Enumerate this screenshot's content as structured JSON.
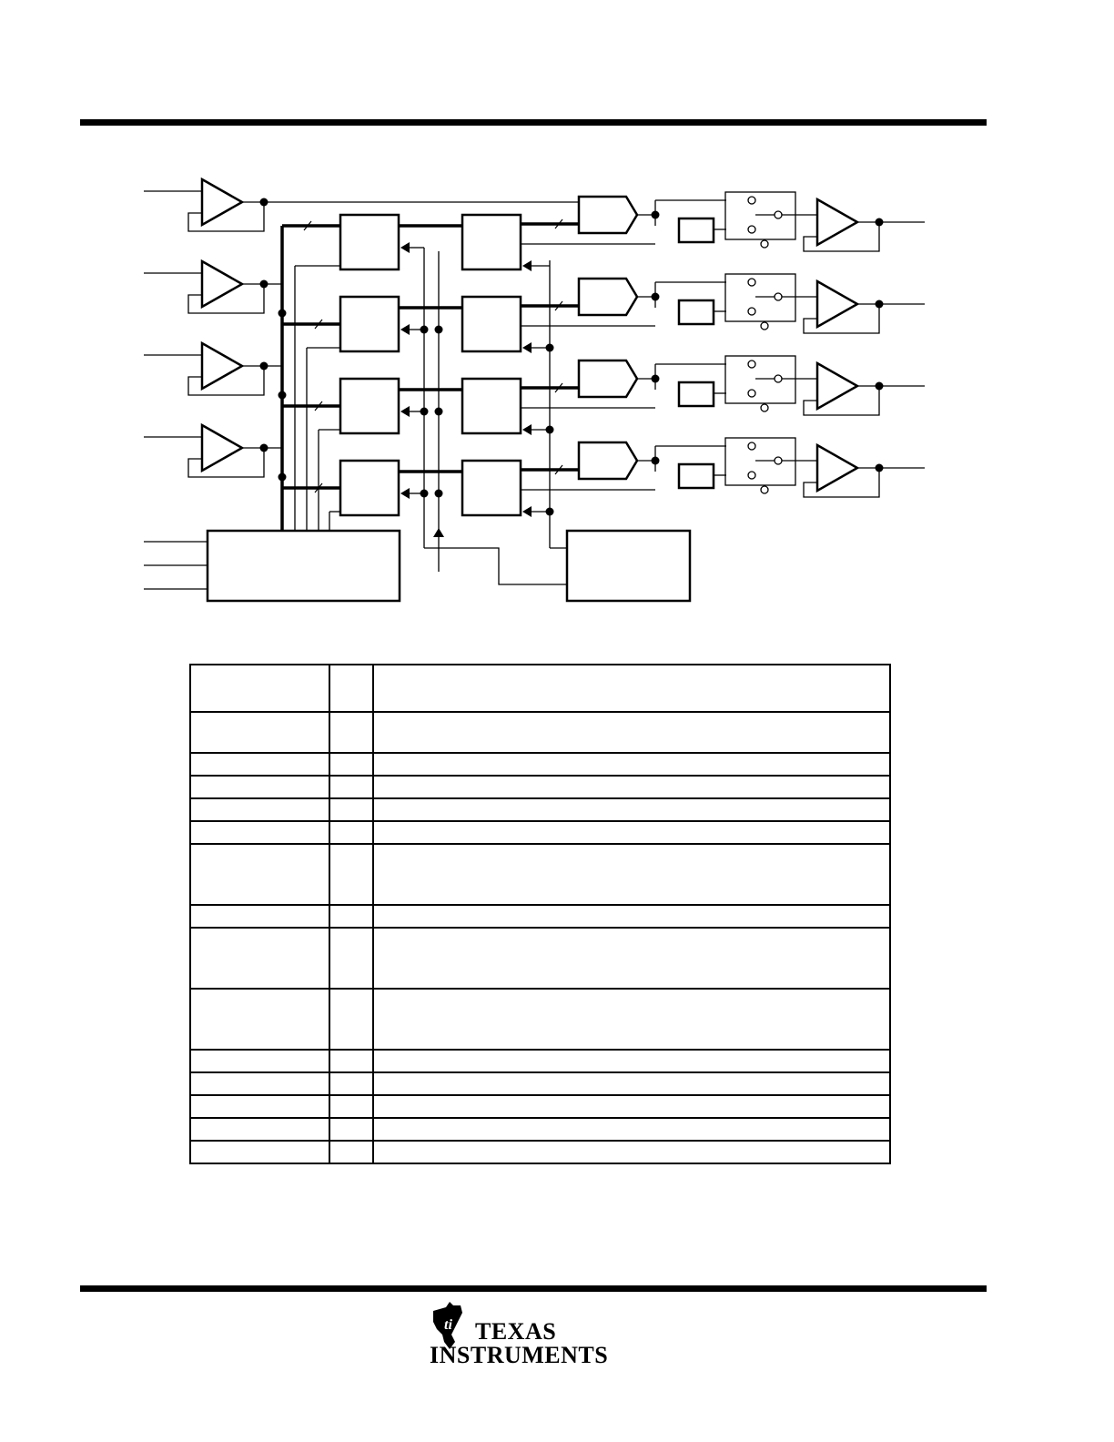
{
  "logo": {
    "line1": "TEXAS",
    "line2": "INSTRUMENTS",
    "brand_color": "#000000"
  },
  "diagram": {
    "channels": 4,
    "control_inputs": 3,
    "line_color": "#000000"
  },
  "terminal_table": {
    "rows": [
      {
        "height": 54
      },
      {
        "height": 47
      },
      {
        "height": 27
      },
      {
        "height": 27
      },
      {
        "height": 27
      },
      {
        "height": 27
      },
      {
        "height": 69
      },
      {
        "height": 27
      },
      {
        "height": 69
      },
      {
        "height": 69
      },
      {
        "height": 27
      },
      {
        "height": 27
      },
      {
        "height": 27
      },
      {
        "height": 27
      },
      {
        "height": 27
      }
    ]
  }
}
